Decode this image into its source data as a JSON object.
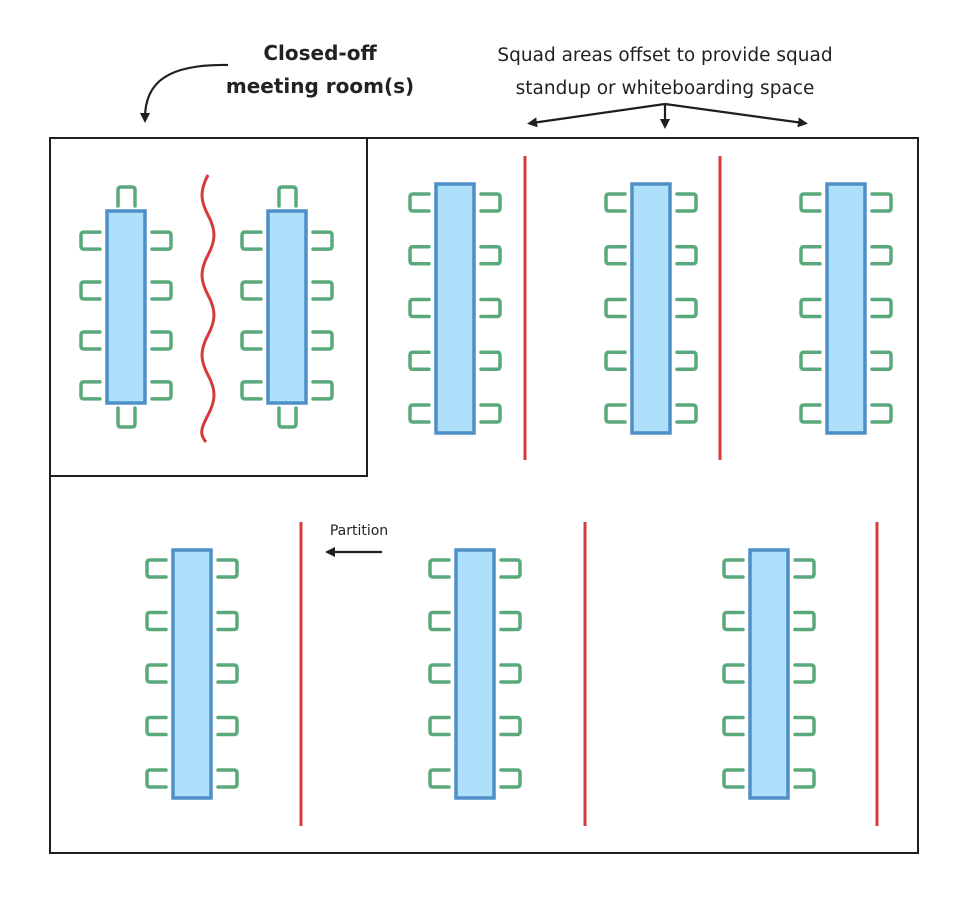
{
  "labels": {
    "meeting_room_line1": "Closed-off",
    "meeting_room_line2": "meeting room(s)",
    "squad_line1": "Squad areas offset to provide squad",
    "squad_line2": "standup or whiteboarding space",
    "partition": "Partition"
  },
  "colors": {
    "table_fill": "#aee0fb",
    "table_stroke": "#4f8fc8",
    "chair": "#5aa97c",
    "partition": "#d33b3b",
    "wall": "#1f1f1f",
    "arrow": "#1f1f1f"
  },
  "squad_tables_per_row": 3,
  "squad_rows": 2,
  "chairs_per_side": 5,
  "meeting_tables": 2,
  "meeting_chairs_per_side": 4
}
